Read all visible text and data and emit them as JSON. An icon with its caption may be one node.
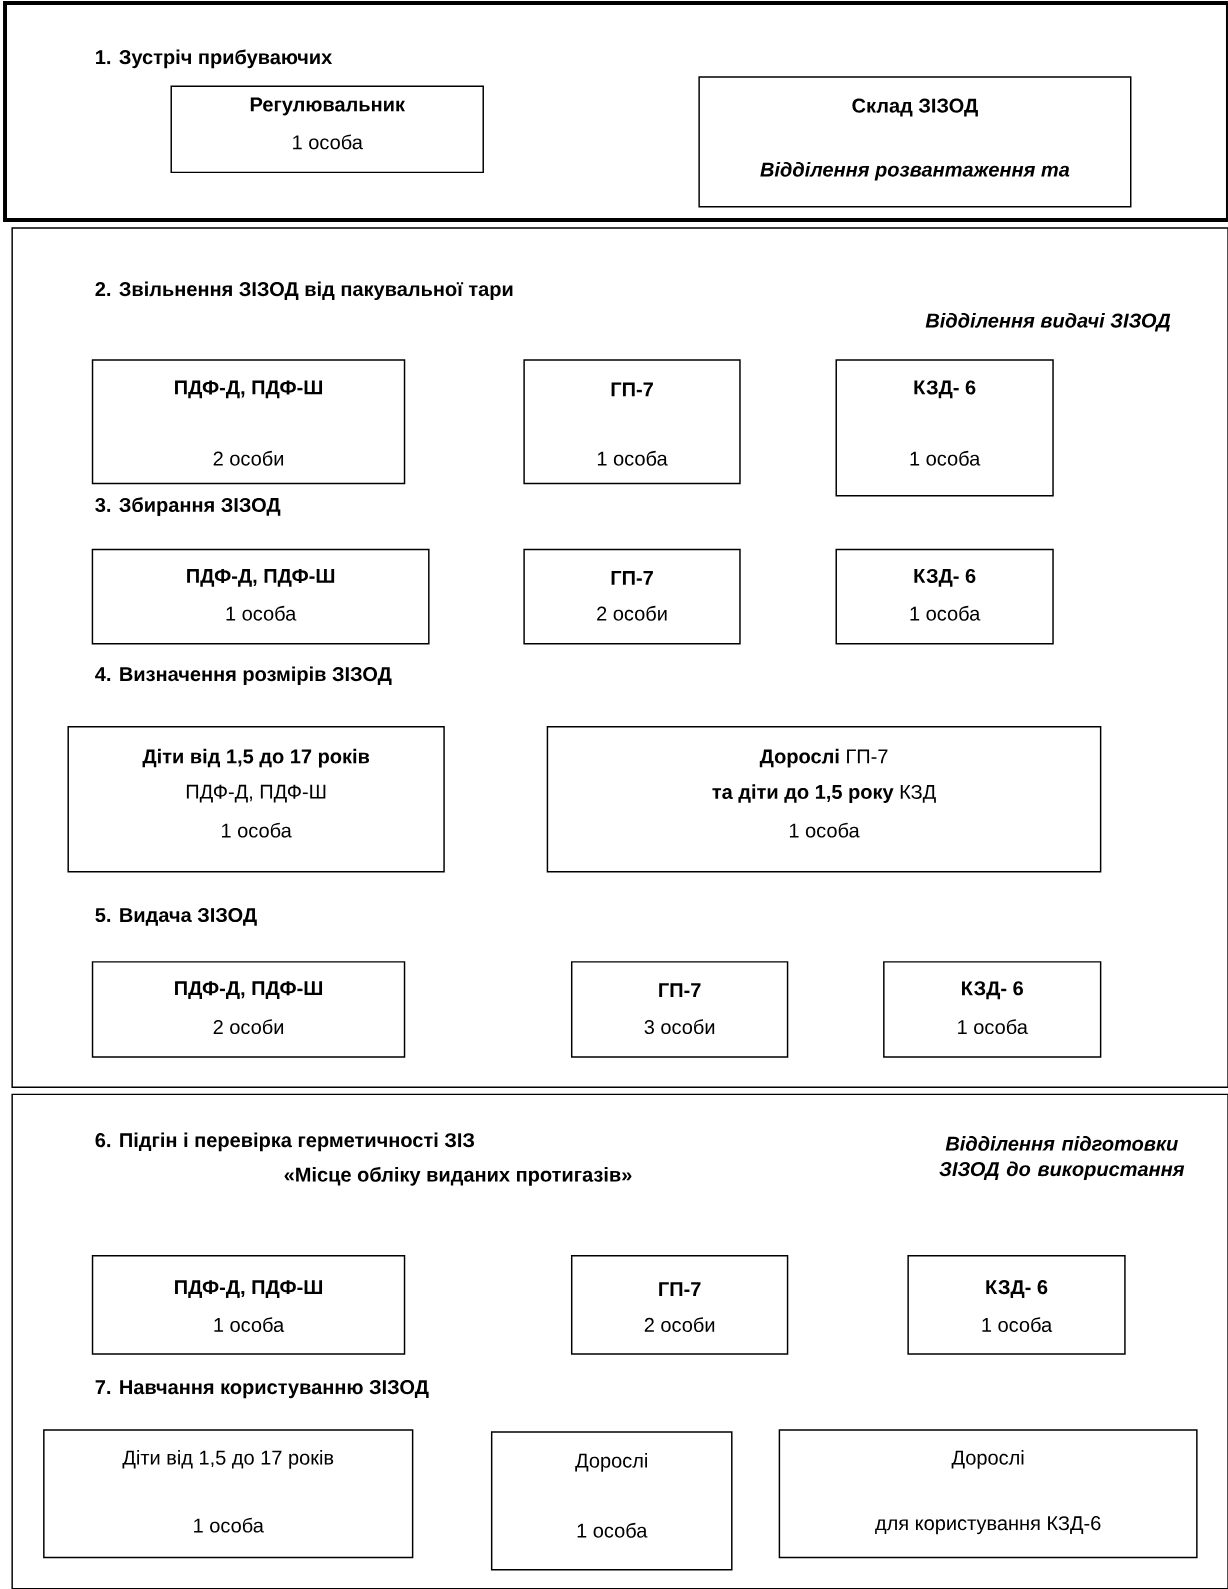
{
  "diagram": {
    "nodes": [
      {
        "text": [
          "1. Зустріч прибуваючих"
        ]
      },
      {
        "text": [
          "Регулювальник",
          "1 особа"
        ],
        "in": 0
      },
      {
        "text": [
          "Склад ЗІЗОД",
          "Відділення розвантаження та"
        ],
        "in": 0
      },
      {
        "text": [
          "2. Звільнення ЗІЗОД від пакувальної тари",
          "Відділення видачі ЗІЗОД",
          "3. Збирання ЗІЗОД",
          "4. Визначення розмірів ЗІЗОД",
          "5. Видача ЗІЗОД"
        ]
      },
      {
        "text": [
          "ПДФ-Д, ПДФ-Ш",
          "2 особи"
        ],
        "in": 3
      },
      {
        "text": [
          "ГП-7",
          "1 особа"
        ],
        "in": 3
      },
      {
        "text": [
          "КЗД- 6",
          "1 особа"
        ],
        "in": 3
      },
      {
        "text": [
          "ПДФ-Д, ПДФ-Ш",
          "1 особа"
        ],
        "in": 3
      },
      {
        "text": [
          "ГП-7",
          "2 особи"
        ],
        "in": 3
      },
      {
        "text": [
          "КЗД- 6",
          "1 особа"
        ],
        "in": 3
      },
      {
        "text": [
          "Діти від 1,5 до 17 років",
          "ПДФ-Д, ПДФ-Ш",
          "1 особа"
        ],
        "in": 3
      },
      {
        "text": [
          "**Дорослі** ГП-7",
          "**та діти до 1,5 року** КЗД",
          "1 особа"
        ],
        "in": 3
      },
      {
        "text": [
          "ПДФ-Д, ПДФ-Ш",
          "2 особи"
        ],
        "in": 3
      },
      {
        "text": [
          "ГП-7",
          "3 особи"
        ],
        "in": 3
      },
      {
        "text": [
          "КЗД- 6",
          "1 особа"
        ],
        "in": 3
      },
      {
        "text": [
          "6. Підгін і перевірка герметичності ЗІЗ",
          "«Місце обліку виданих протигазів»",
          "Відділення підготовки ЗІЗОД до використання",
          "7. Навчання користуванню ЗІЗОД"
        ]
      },
      {
        "text": [
          "ПДФ-Д, ПДФ-Ш",
          "1 особа"
        ],
        "in": 15
      },
      {
        "text": [
          "ГП-7",
          "2 особи"
        ],
        "in": 15
      },
      {
        "text": [
          "КЗД- 6",
          "1 особа"
        ],
        "in": 15
      },
      {
        "text": [
          "Діти від 1,5 до 17 років",
          "1 особа"
        ],
        "in": 15
      },
      {
        "text": [
          "Дорослі",
          "1 особа"
        ],
        "in": 15
      },
      {
        "text": [
          "Дорослі",
          "для користування КЗД-6"
        ],
        "in": 15
      }
    ]
  }
}
